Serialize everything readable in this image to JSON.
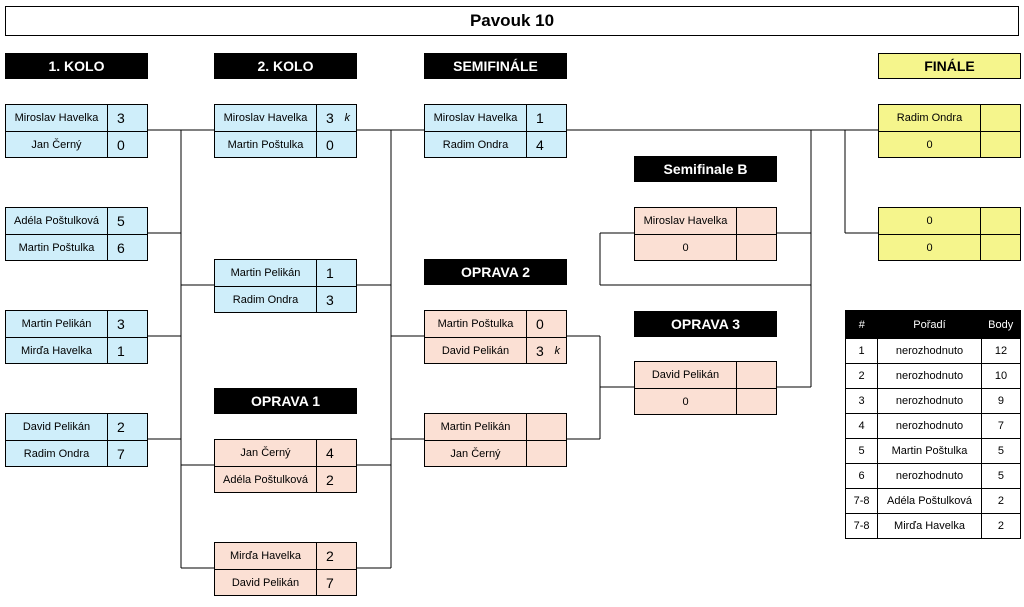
{
  "title": "Pavouk 10",
  "headers": {
    "kolo1": "1. KOLO",
    "kolo2": "2. KOLO",
    "semi": "SEMIFINÁLE",
    "finale": "FINÁLE",
    "semiB": "Semifinale B",
    "oprava1": "OPRAVA 1",
    "oprava2": "OPRAVA 2",
    "oprava3": "OPRAVA 3"
  },
  "matches": {
    "r1m1": [
      {
        "name": "Miroslav Havelka",
        "score": "3",
        "note": ""
      },
      {
        "name": "Jan Černý",
        "score": "0",
        "note": ""
      }
    ],
    "r1m2": [
      {
        "name": "Adéla Poštulková",
        "score": "5",
        "note": ""
      },
      {
        "name": "Martin Poštulka",
        "score": "6",
        "note": ""
      }
    ],
    "r1m3": [
      {
        "name": "Martin Pelikán",
        "score": "3",
        "note": ""
      },
      {
        "name": "Mirďa Havelka",
        "score": "1",
        "note": ""
      }
    ],
    "r1m4": [
      {
        "name": "David Pelikán",
        "score": "2",
        "note": ""
      },
      {
        "name": "Radim Ondra",
        "score": "7",
        "note": ""
      }
    ],
    "r2m1": [
      {
        "name": "Miroslav Havelka",
        "score": "3",
        "note": "k"
      },
      {
        "name": "Martin Poštulka",
        "score": "0",
        "note": ""
      }
    ],
    "r2m2": [
      {
        "name": "Martin Pelikán",
        "score": "1",
        "note": ""
      },
      {
        "name": "Radim Ondra",
        "score": "3",
        "note": ""
      }
    ],
    "o1m1": [
      {
        "name": "Jan Černý",
        "score": "4",
        "note": ""
      },
      {
        "name": "Adéla Poštulková",
        "score": "2",
        "note": ""
      }
    ],
    "o1m2": [
      {
        "name": "Mirďa Havelka",
        "score": "2",
        "note": ""
      },
      {
        "name": "David Pelikán",
        "score": "7",
        "note": ""
      }
    ],
    "sf": [
      {
        "name": "Miroslav Havelka",
        "score": "1",
        "note": ""
      },
      {
        "name": "Radim Ondra",
        "score": "4",
        "note": ""
      }
    ],
    "o2m1": [
      {
        "name": "Martin Poštulka",
        "score": "0",
        "note": ""
      },
      {
        "name": "David Pelikán",
        "score": "3",
        "note": "k"
      }
    ],
    "o2m2": [
      {
        "name": "Martin Pelikán",
        "score": "",
        "note": ""
      },
      {
        "name": "Jan Černý",
        "score": "",
        "note": ""
      }
    ],
    "sfb": [
      {
        "name": "Miroslav Havelka",
        "score": "",
        "note": ""
      },
      {
        "name": "0",
        "score": "",
        "note": ""
      }
    ],
    "o3": [
      {
        "name": "David Pelikán",
        "score": "",
        "note": ""
      },
      {
        "name": "0",
        "score": "",
        "note": ""
      }
    ],
    "f1": [
      {
        "name": "Radim Ondra",
        "score": "",
        "note": ""
      },
      {
        "name": "0",
        "score": "",
        "note": ""
      }
    ],
    "f2": [
      {
        "name": "0",
        "score": "",
        "note": ""
      },
      {
        "name": "0",
        "score": "",
        "note": ""
      }
    ]
  },
  "ranking": {
    "headers": [
      "#",
      "Pořadí",
      "Body"
    ],
    "rows": [
      [
        "1",
        "nerozhodnuto",
        "12"
      ],
      [
        "2",
        "nerozhodnuto",
        "10"
      ],
      [
        "3",
        "nerozhodnuto",
        "9"
      ],
      [
        "4",
        "nerozhodnuto",
        "7"
      ],
      [
        "5",
        "Martin Poštulka",
        "5"
      ],
      [
        "6",
        "nerozhodnuto",
        "5"
      ],
      [
        "7-8",
        "Adéla Poštulková",
        "2"
      ],
      [
        "7-8",
        "Mirďa Havelka",
        "2"
      ]
    ]
  }
}
